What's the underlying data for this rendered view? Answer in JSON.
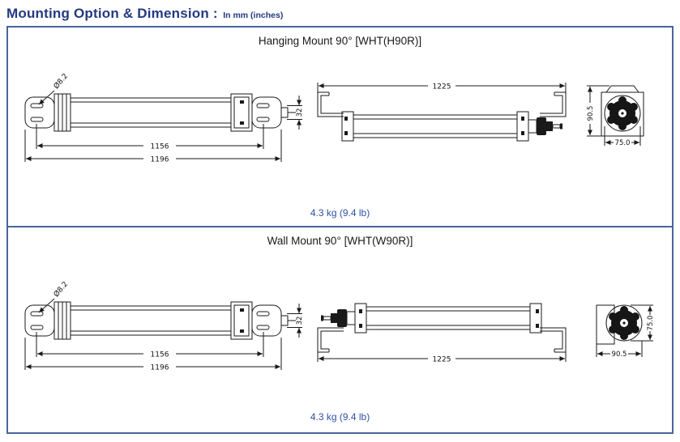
{
  "title": {
    "text": "Mounting Option & Dimension :",
    "suffix": "In mm (inches)"
  },
  "colors": {
    "accent_navy": "#233a80",
    "panel_border": "#47659c",
    "weight_text": "#2f52a2",
    "line_art": "#1a1a1a"
  },
  "panels": [
    {
      "id": "hanging-mount",
      "header": "Hanging Mount 90° [WHT(H90R)]",
      "weight": "4.3 kg (9.4 lb)",
      "dimensions": {
        "hole_diameter": "Ø8.2",
        "body_length": "1156",
        "overall_length": "1196",
        "slot_spacing": "32",
        "bracket_span": "1225",
        "end_height": "90.5",
        "end_width": "75.0"
      }
    },
    {
      "id": "wall-mount",
      "header": "Wall Mount 90° [WHT(W90R)]",
      "weight": "4.3 kg (9.4 lb)",
      "dimensions": {
        "hole_diameter": "Ø8.2",
        "body_length": "1156",
        "overall_length": "1196",
        "slot_spacing": "32",
        "bracket_span": "1225",
        "end_height": "90.5",
        "end_width": "75.0"
      }
    }
  ]
}
